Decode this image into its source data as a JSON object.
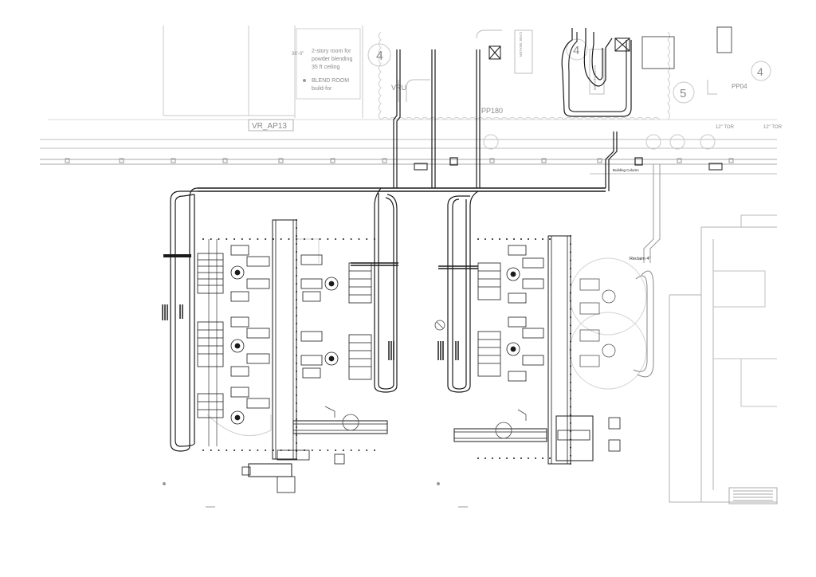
{
  "notes": {
    "room_line1": "2-story room for",
    "room_line2": "powder blending",
    "room_line3": "35 ft ceiling",
    "blend_line1": "BLEND ROOM",
    "blend_line2": "build-for",
    "dim_left": "36'-0\""
  },
  "tags": {
    "vr_ap13": "VR_AP13",
    "vr_label": "VRU",
    "pp180": "PP180",
    "pp04": "PP04",
    "tor_a": "12\" TOR",
    "tor_b": "12\" TOR",
    "building_column": "Building Column",
    "reclaim": "Reclaim 4\"",
    "case_sealer": "CASE SEALER",
    "case_sealer_2": "CASE SEALER"
  },
  "bubbles": [
    "4",
    "4",
    "5",
    "4"
  ]
}
